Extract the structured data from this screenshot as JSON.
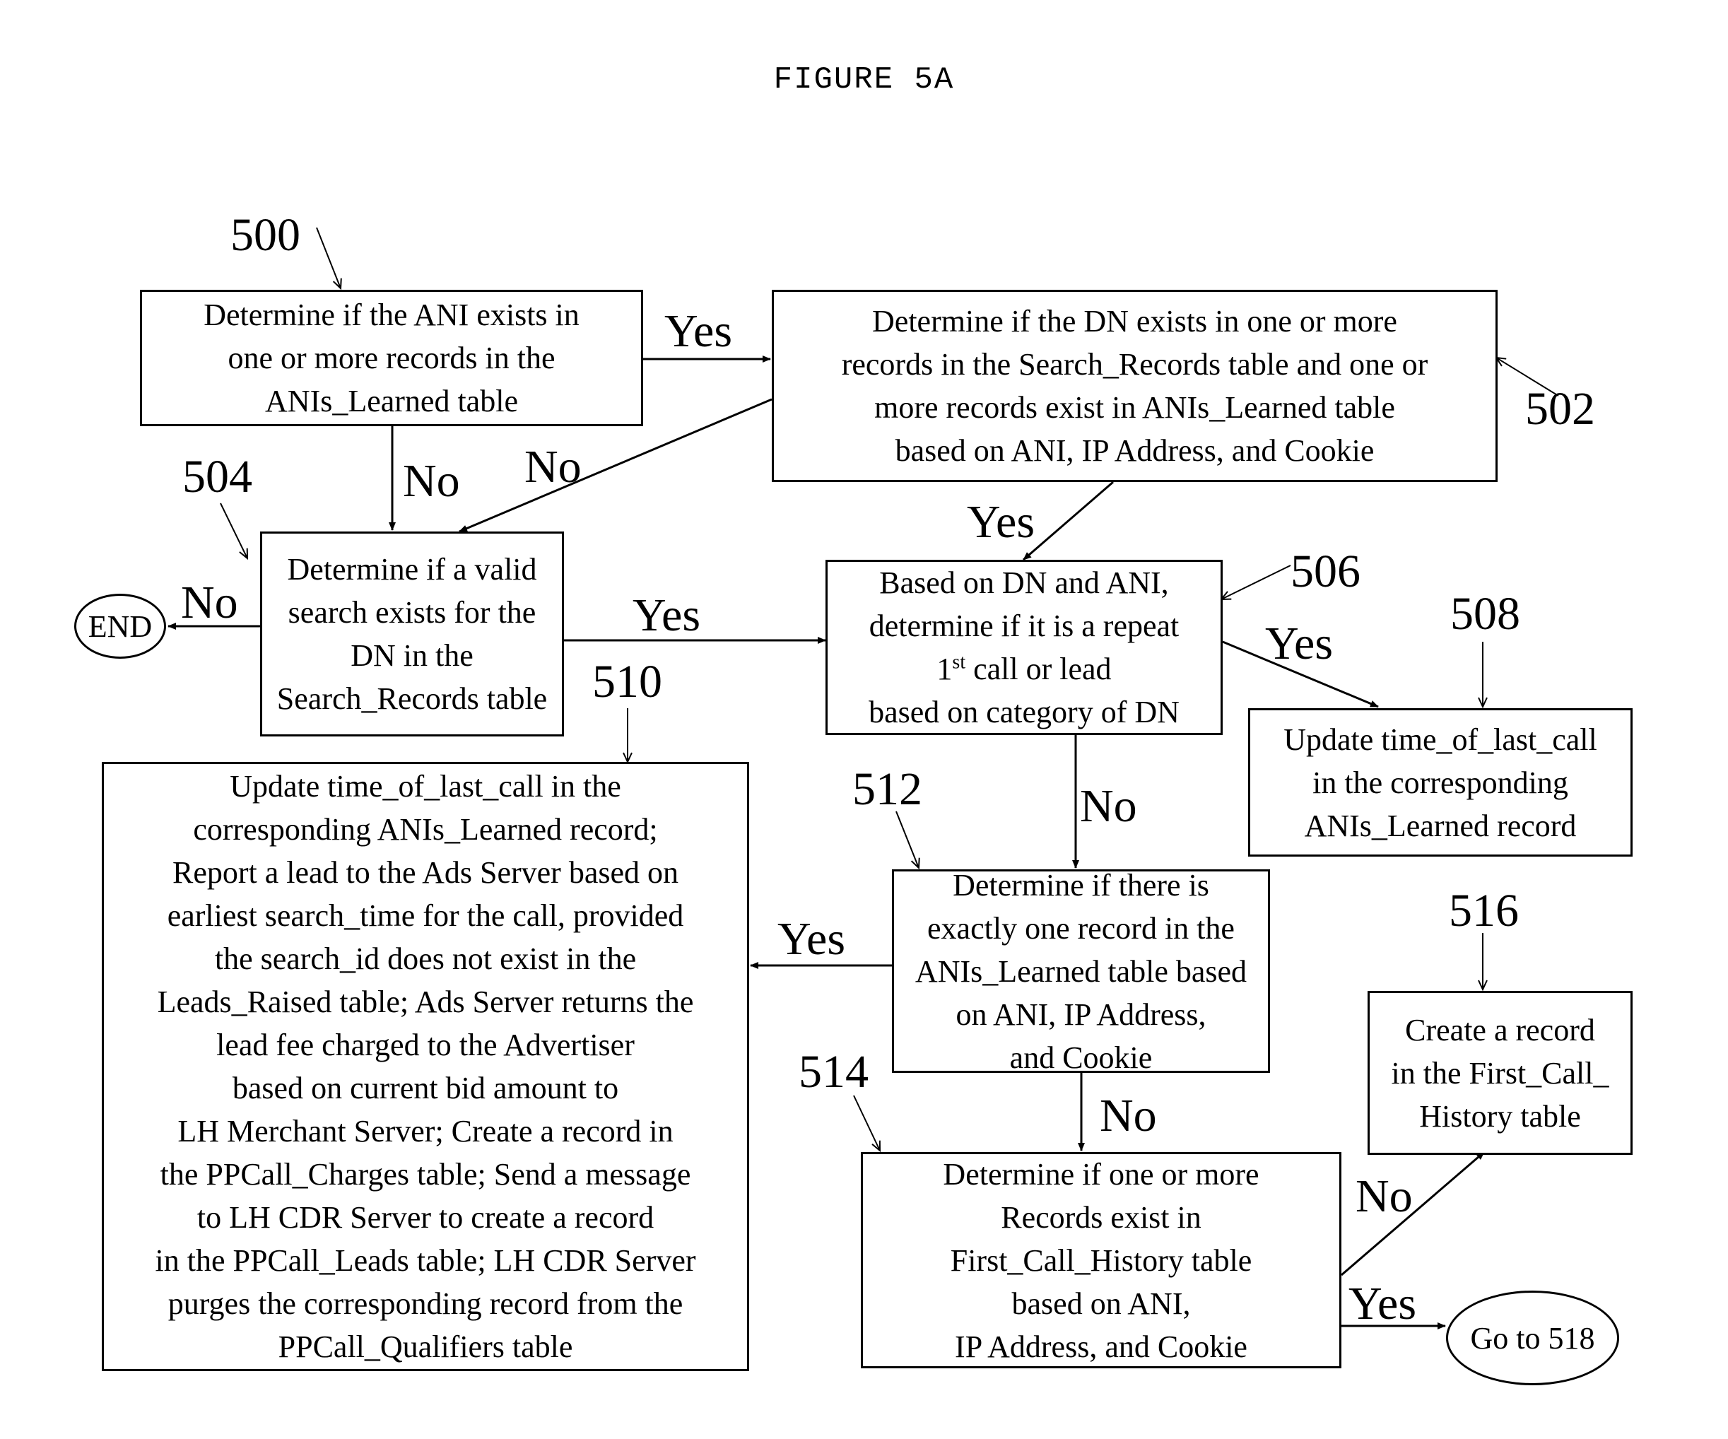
{
  "figure_title": "FIGURE 5A",
  "steps": {
    "s500": {
      "ref": "500",
      "lines": [
        "Determine if the ANI exists in",
        "one or more records in the",
        "ANIs_Learned table"
      ]
    },
    "s502": {
      "ref": "502",
      "lines": [
        "Determine if the DN exists in one or more",
        "records in the Search_Records table and one or",
        "more records exist in ANIs_Learned table",
        "based on ANI, IP Address, and Cookie"
      ]
    },
    "s504": {
      "ref": "504",
      "lines": [
        "Determine if a valid",
        "search exists for the",
        "DN in the",
        "Search_Records table"
      ]
    },
    "s506": {
      "ref": "506",
      "lines": [
        "Based on DN and ANI,",
        "determine if it is a repeat",
        "1st call or lead",
        "based on category of DN"
      ]
    },
    "s508": {
      "ref": "508",
      "lines": [
        "Update time_of_last_call",
        "in the corresponding",
        "ANIs_Learned record"
      ]
    },
    "s510": {
      "ref": "510",
      "lines": [
        "Update time_of_last_call in the",
        "corresponding ANIs_Learned record;",
        "Report a lead to the Ads Server based on",
        "earliest search_time for the call, provided",
        "the search_id does not exist in the",
        "Leads_Raised table; Ads Server returns the",
        "lead fee charged to the Advertiser",
        "based on current bid amount to",
        "LH Merchant Server; Create a record in",
        "the PPCall_Charges table; Send a message",
        "to LH CDR Server to create a record",
        "in the PPCall_Leads table; LH CDR Server",
        "purges the corresponding record from the",
        "PPCall_Qualifiers table"
      ]
    },
    "s512": {
      "ref": "512",
      "lines": [
        "Determine if there is",
        "exactly one record in the",
        "ANIs_Learned table based",
        "on ANI, IP Address,",
        "and Cookie"
      ]
    },
    "s514": {
      "ref": "514",
      "lines": [
        "Determine if one or more",
        "Records exist in",
        "First_Call_History table",
        "based on ANI,",
        "IP Address, and Cookie"
      ]
    },
    "s516": {
      "ref": "516",
      "lines": [
        "Create a record",
        "in the First_Call_",
        "History table"
      ]
    }
  },
  "terminals": {
    "end": "END",
    "goto": "Go to 518"
  },
  "edge_labels": {
    "e500_502": "Yes",
    "e500_504": "No",
    "e502_504": "No",
    "e502_506": "Yes",
    "e504_end": "No",
    "e504_506": "Yes",
    "e506_508": "Yes",
    "e506_512": "No",
    "e512_510": "Yes",
    "e512_514": "No",
    "e514_516": "No",
    "e514_goto": "Yes"
  }
}
